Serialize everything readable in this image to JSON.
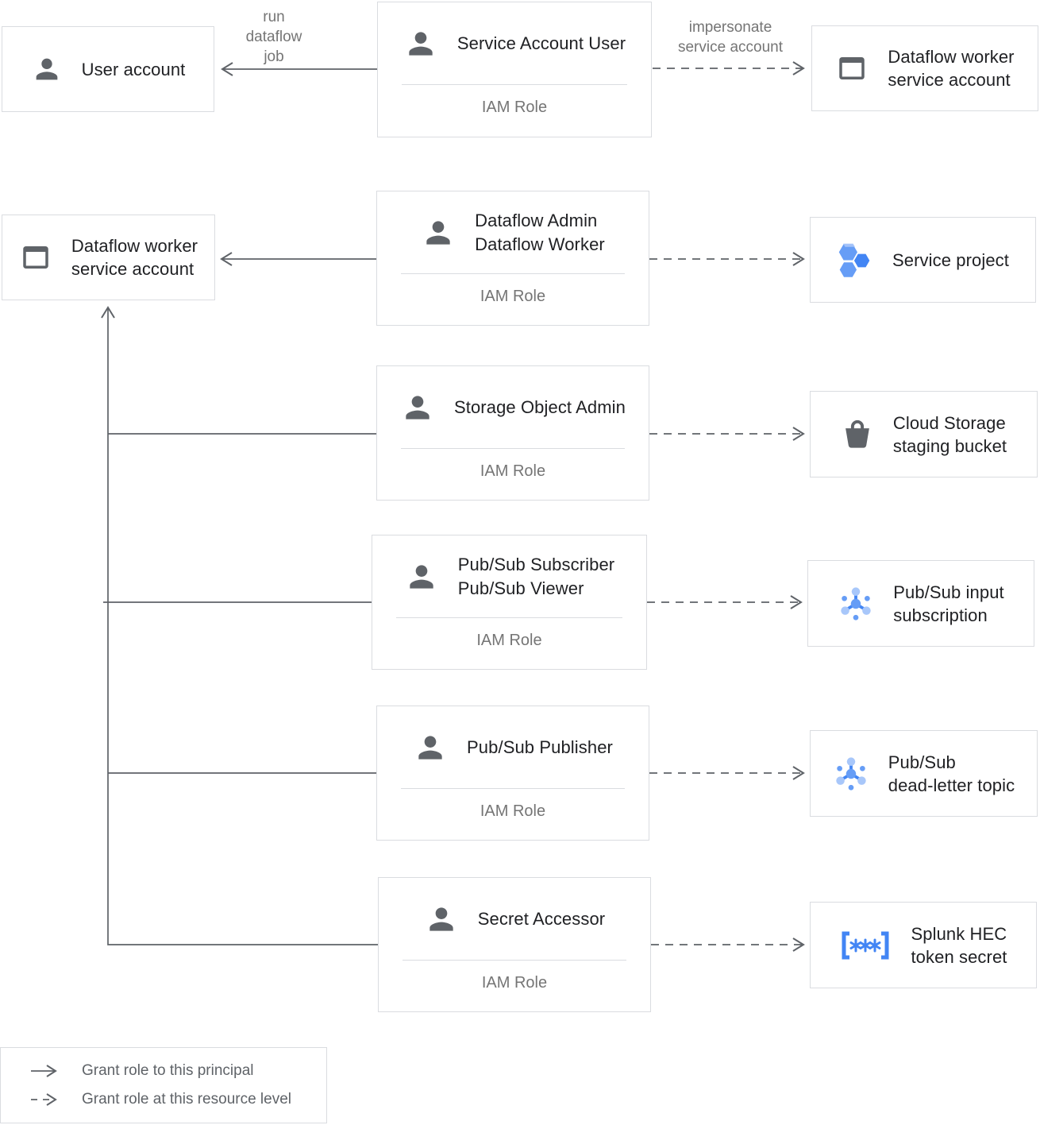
{
  "colors": {
    "border": "#dadce0",
    "line": "#5f6368",
    "icon_gray": "#5f6368",
    "text_dark": "#202124",
    "text_gray": "#757575",
    "blue": "#4285f4",
    "blue_mid": "#669df6",
    "blue_light": "#a8c7fa"
  },
  "nodes": {
    "user_account": {
      "label": "User account"
    },
    "service_account_user": {
      "line1": "Service Account User",
      "role": "IAM Role"
    },
    "dataflow_worker_sa_right": {
      "line1": "Dataflow worker",
      "line2": "service account"
    },
    "dataflow_worker_sa_left": {
      "line1": "Dataflow worker",
      "line2": "service account"
    },
    "dataflow_admin": {
      "line1": "Dataflow Admin",
      "line2": "Dataflow Worker",
      "role": "IAM Role"
    },
    "service_project": {
      "label": "Service project"
    },
    "storage_object_admin": {
      "line1": "Storage Object Admin",
      "role": "IAM Role"
    },
    "cloud_storage_bucket": {
      "line1": "Cloud Storage",
      "line2": "staging bucket"
    },
    "pubsub_subscriber": {
      "line1": "Pub/Sub Subscriber",
      "line2": "Pub/Sub Viewer",
      "role": "IAM Role"
    },
    "pubsub_input_subscription": {
      "line1": "Pub/Sub input",
      "line2": "subscription"
    },
    "pubsub_publisher": {
      "line1": "Pub/Sub Publisher",
      "role": "IAM Role"
    },
    "pubsub_deadletter_topic": {
      "line1": "Pub/Sub",
      "line2": "dead-letter topic"
    },
    "secret_accessor": {
      "line1": "Secret Accessor",
      "role": "IAM Role"
    },
    "splunk_hec_secret": {
      "line1": "Splunk HEC",
      "line2": "token secret"
    }
  },
  "edge_labels": {
    "run_dataflow_job": {
      "line1": "run",
      "line2": "dataflow",
      "line3": "job"
    },
    "impersonate": {
      "line1": "impersonate",
      "line2": "service account"
    }
  },
  "legend": {
    "solid_label": "Grant role to this principal",
    "dashed_label": "Grant role at this resource level"
  }
}
